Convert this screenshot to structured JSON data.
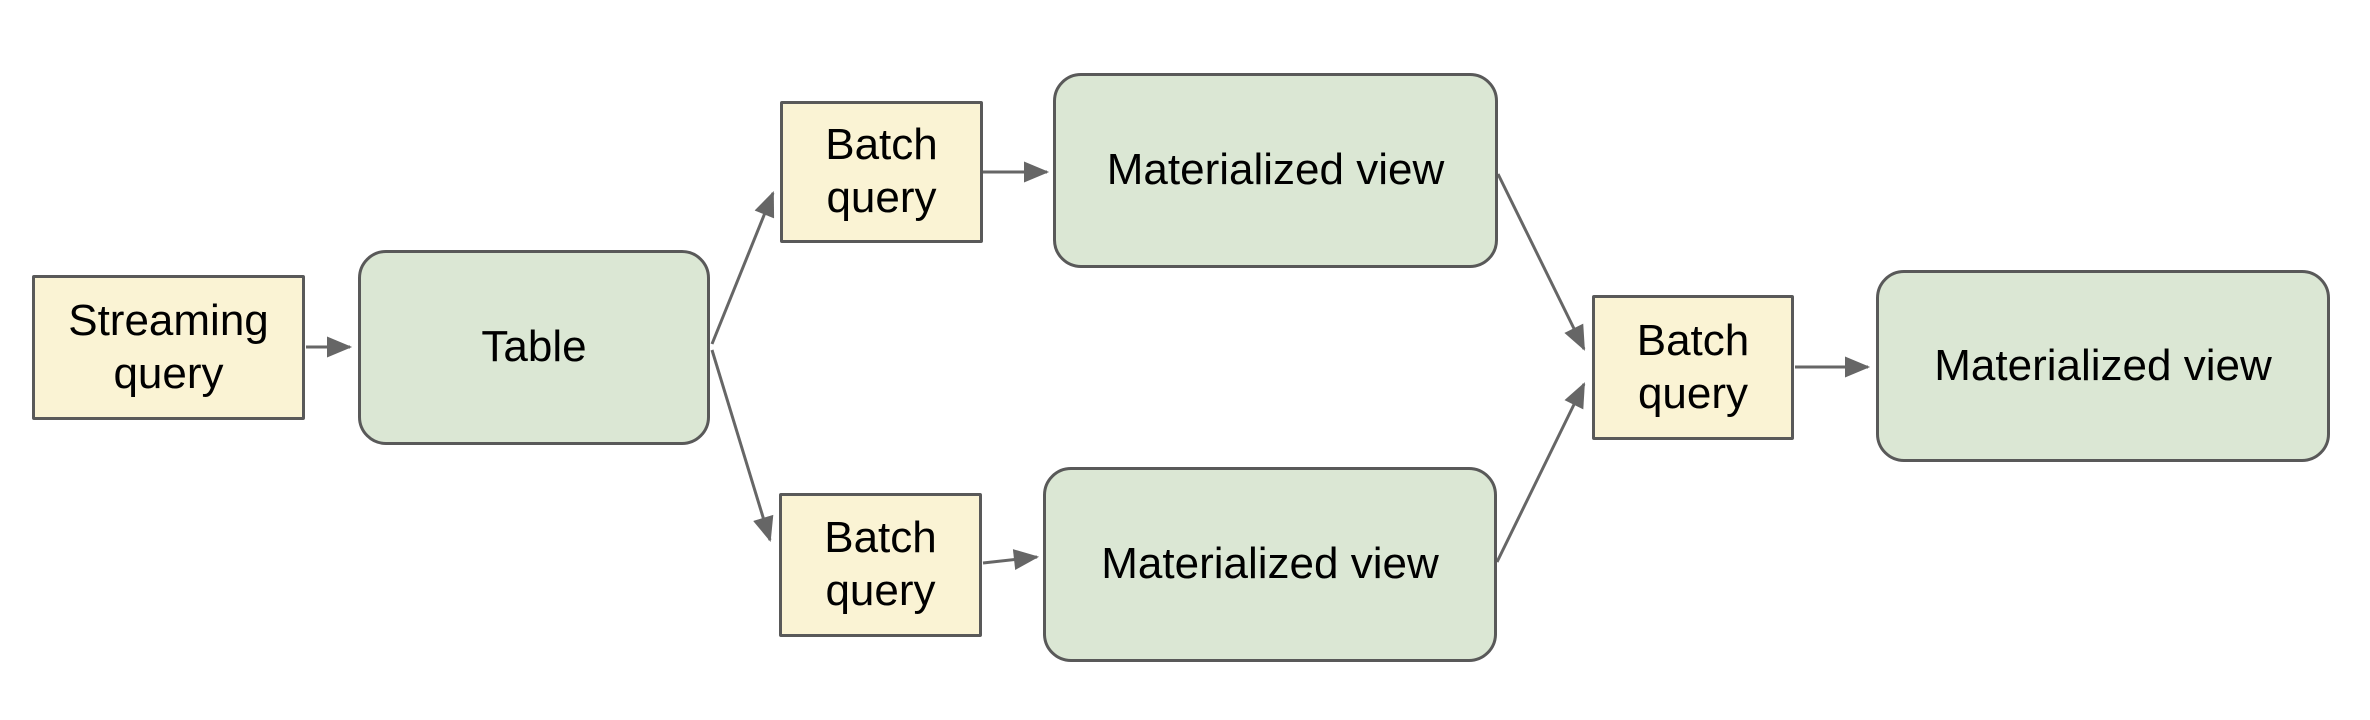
{
  "diagram": {
    "nodes": {
      "streaming_query": {
        "label": "Streaming query",
        "type": "query"
      },
      "table": {
        "label": "Table",
        "type": "view"
      },
      "batch_query_top": {
        "label": "Batch query",
        "type": "query"
      },
      "materialized_view_top": {
        "label": "Materialized view",
        "type": "view"
      },
      "batch_query_bottom": {
        "label": "Batch query",
        "type": "query"
      },
      "materialized_view_bottom": {
        "label": "Materialized view",
        "type": "view"
      },
      "batch_query_merge": {
        "label": "Batch query",
        "type": "query"
      },
      "materialized_view_final": {
        "label": "Materialized view",
        "type": "view"
      }
    },
    "edges": [
      {
        "from": "streaming_query",
        "to": "table"
      },
      {
        "from": "table",
        "to": "batch_query_top"
      },
      {
        "from": "table",
        "to": "batch_query_bottom"
      },
      {
        "from": "batch_query_top",
        "to": "materialized_view_top"
      },
      {
        "from": "batch_query_bottom",
        "to": "materialized_view_bottom"
      },
      {
        "from": "materialized_view_top",
        "to": "batch_query_merge"
      },
      {
        "from": "materialized_view_bottom",
        "to": "batch_query_merge"
      },
      {
        "from": "batch_query_merge",
        "to": "materialized_view_final"
      }
    ],
    "colors": {
      "query_fill": "#faf3d4",
      "view_fill": "#dbe7d4",
      "shape_border": "#595959",
      "connector": "#666666",
      "text": "#000000",
      "canvas_bg": "#ffffff"
    }
  }
}
